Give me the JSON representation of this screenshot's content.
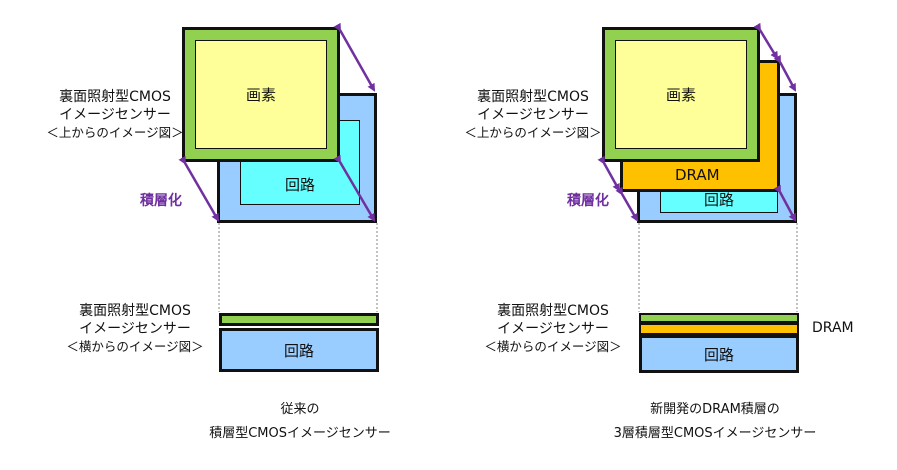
{
  "left": {
    "top_label": [
      "裏面照射型CMOS",
      "イメージセンサー",
      "＜上からのイメージ図＞"
    ],
    "pixel_label": "画素",
    "circuit_label": "回路",
    "stack_label": "積層化",
    "side_label": [
      "裏面照射型CMOS",
      "イメージセンサー",
      "＜横からのイメージ図＞"
    ],
    "side_circuit_label": "回路",
    "caption": [
      "従来の",
      "積層型CMOSイメージセンサー"
    ]
  },
  "right": {
    "top_label": [
      "裏面照射型CMOS",
      "イメージセンサー",
      "＜上からのイメージ図＞"
    ],
    "pixel_label": "画素",
    "dram_label": "DRAM",
    "circuit_label": "回路",
    "stack_label": "積層化",
    "side_label": [
      "裏面照射型CMOS",
      "イメージセンサー",
      "＜横からのイメージ図＞"
    ],
    "side_dram_label": "DRAM",
    "side_circuit_label": "回路",
    "caption": [
      "新開発のDRAM積層の",
      "3層積層型CMOSイメージセンサー"
    ]
  },
  "colors": {
    "pixel_fill": "#ffff99",
    "pixel_border": "#92d050",
    "circuit_fill": "#99ccff",
    "circuit_inner": "#66ffff",
    "dram_fill": "#ffc000",
    "arrow": "#7030a0",
    "green_layer": "#92d050"
  }
}
